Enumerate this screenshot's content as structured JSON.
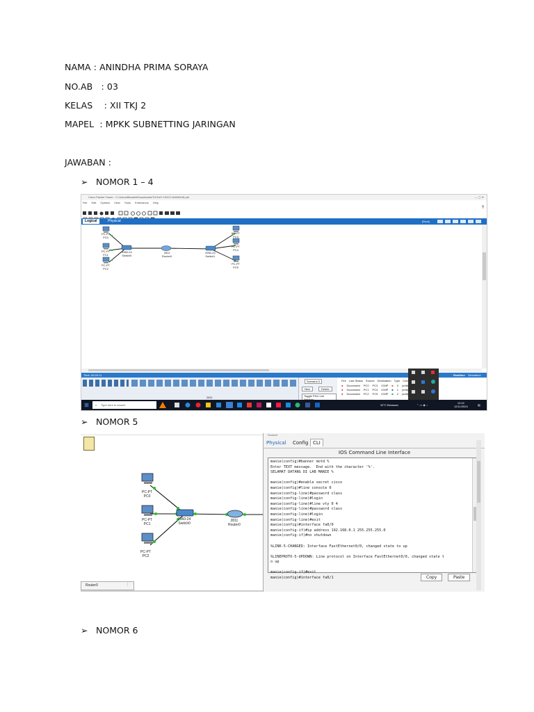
{
  "header": {
    "nama": "NAMA : ANINDHA PRIMA SORAYA",
    "no_ab": "NO.AB   : 03",
    "kelas": "KELAS    : XII TKJ 2",
    "mapel": "MAPEL  : MPKK SUBNETTING JARINGAN"
  },
  "jawaban_label": "JAWABAN :",
  "sections": [
    {
      "label": "NOMOR 1 – 4"
    },
    {
      "label": "NOMOR 5"
    },
    {
      "label": "NOMOR 6"
    }
  ],
  "shot1": {
    "title": "Cisco Packet Tracer - C:\\Users\\ffirsafsh\\Downloads\\TUGAS CISCO ANINDHA.pkt",
    "menu": [
      "File",
      "Edit",
      "Options",
      "View",
      "Tools",
      "Extensions",
      "Help"
    ],
    "view_logical": "Logical",
    "view_physical": "Physical",
    "root": "[Root]",
    "devices": [
      {
        "type": "PC-PT",
        "name": "PC0"
      },
      {
        "type": "PC-PT",
        "name": "PC1"
      },
      {
        "type": "PC-PT",
        "name": "PC2"
      },
      {
        "type": "2960-24",
        "name": "Switch0"
      },
      {
        "type": "2811",
        "name": "Router0"
      },
      {
        "type": "2950-24",
        "name": "Switch1"
      },
      {
        "type": "PC-PT",
        "name": "PC3"
      },
      {
        "type": "PC-PT",
        "name": "PC4"
      },
      {
        "type": "PC-PT",
        "name": "PC5"
      }
    ],
    "time": "Time: 00:20:11",
    "realtime": "Realtime",
    "simulation": "Simulation",
    "scenario": "Scenario 0",
    "btn_new": "New",
    "btn_delete": "Delete",
    "btn_toggle": "Toggle PDU List Window",
    "pdu_headers": [
      "Fire",
      "Last Status",
      "Source",
      "Destination",
      "Type",
      "Color",
      "Time",
      "Edit",
      "Delete"
    ],
    "pdu_rows": [
      [
        "Successful",
        "PC0",
        "PC3",
        "ICMP",
        "0",
        "(edit)",
        "(delete)"
      ],
      [
        "Successful",
        "PC1",
        "PC4",
        "ICMP",
        "1",
        "(edit)",
        "(delete)"
      ],
      [
        "Successful",
        "PC2",
        "PC5",
        "ICMP",
        "2",
        "(edit)",
        "(delete)"
      ]
    ],
    "device_caption": "2811",
    "search": "Type here to search",
    "weather": "32°C Berawan",
    "clock_time": "12:42",
    "clock_date": "12/11/2024"
  },
  "shot2": {
    "tabs": [
      "Physical",
      "Config",
      "CLI"
    ],
    "cli_title": "IOS Command Line Interface",
    "cli_lines": [
      "manie(config)#banner motd %",
      "Enter TEXT message.  End with the character '%'.",
      "SELAMAT DATANG DI LAB MANIE %",
      "",
      "manie(config)#enable secret cisco",
      "manie(config)#line console 0",
      "manie(config-line)#password class",
      "manie(config-line)#login",
      "manie(config-line)#line vty 0 4",
      "manie(config-line)#password class",
      "manie(config-line)#login",
      "manie(config-line)#exit",
      "manie(config)#interface fa0/0",
      "manie(config-if)#ip address 192.168.0.1 255.255.255.0",
      "manie(config-if)#no shutdown",
      "",
      "%LINK-5-CHANGED: Interface FastEthernet0/0, changed state to up",
      "",
      "%LINEPROTO-5-UPDOWN: Line protocol on Interface FastEthernet0/0, changed state t",
      "o up",
      "",
      "manie(config-if)#exit",
      "manie(config)#interface fa0/1"
    ],
    "btn_copy": "Copy",
    "btn_paste": "Paste",
    "devices": [
      {
        "type": "PC-PT",
        "name": "PC0"
      },
      {
        "type": "PC-PT",
        "name": "PC1"
      },
      {
        "type": "PC-PT",
        "name": "PC2"
      },
      {
        "type": "2960-24",
        "name": "Switch0"
      },
      {
        "type": "2811",
        "name": "Router0"
      }
    ],
    "status_device": "Router0",
    "window_title": "Router0"
  }
}
